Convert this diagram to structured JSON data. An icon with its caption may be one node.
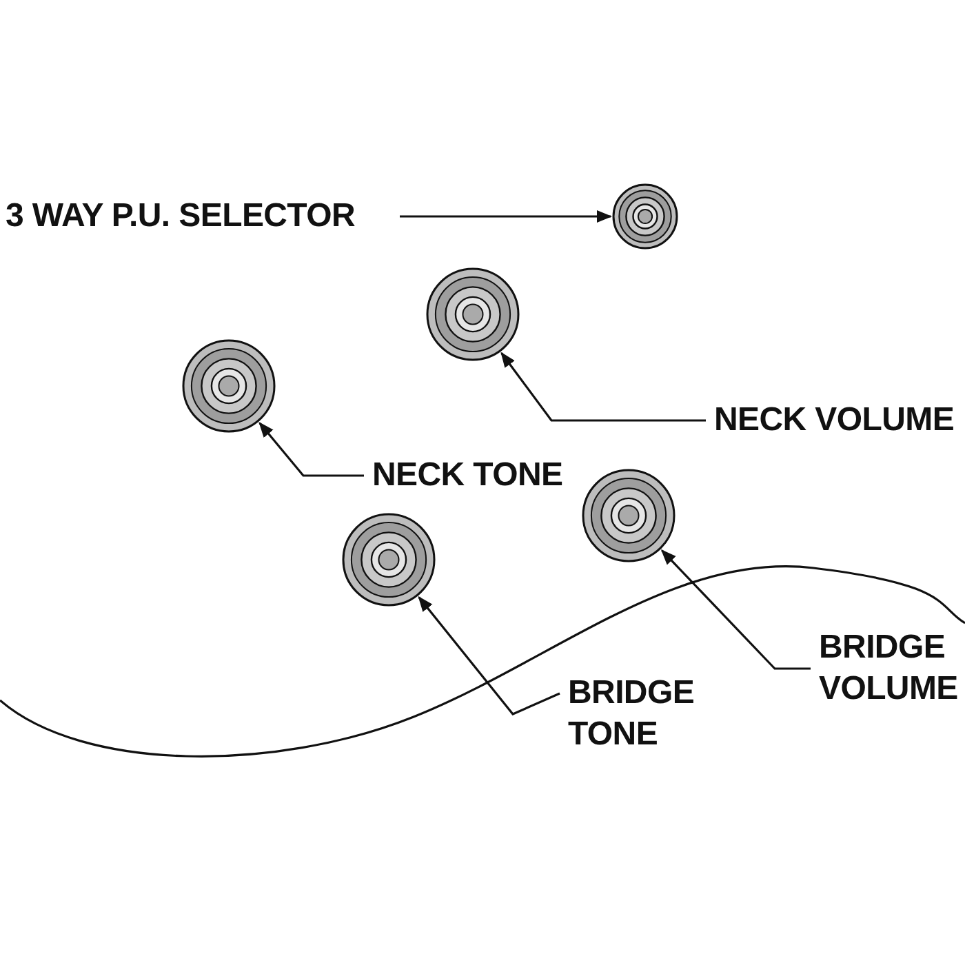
{
  "diagram": {
    "nodes": [
      {
        "text": [
          "3 WAY P.U. SELECTOR"
        ]
      },
      {
        "text": [],
        "shape": "circle"
      },
      {
        "text": [],
        "shape": "circle"
      },
      {
        "text": [],
        "shape": "circle"
      },
      {
        "text": [
          "NECK VOLUME"
        ]
      },
      {
        "text": [
          "NECK TONE"
        ]
      },
      {
        "text": [],
        "shape": "circle"
      },
      {
        "text": [],
        "shape": "circle"
      },
      {
        "text": [
          "BRIDGE VOLUME"
        ]
      },
      {
        "text": [
          "BRIDGE TONE"
        ]
      }
    ],
    "edges": [
      {
        "from": 0,
        "to": 1,
        "arrow": "to"
      },
      {
        "from": 4,
        "to": 2,
        "arrow": "to"
      },
      {
        "from": 5,
        "to": 3,
        "arrow": "to"
      },
      {
        "from": 8,
        "to": 6,
        "arrow": "to"
      },
      {
        "from": 9,
        "to": 7,
        "arrow": "to"
      }
    ]
  }
}
